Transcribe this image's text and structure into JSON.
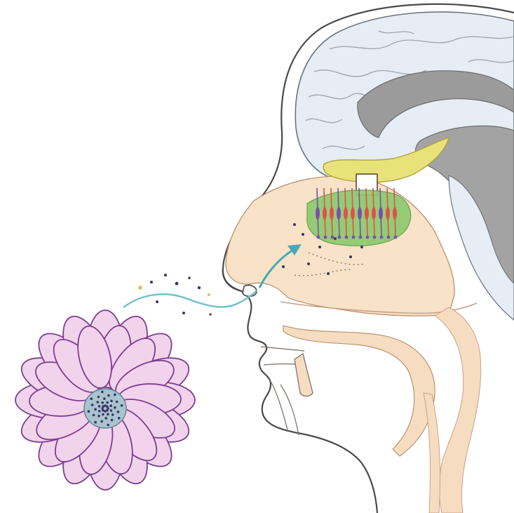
{
  "colors": {
    "background": "#ffffff",
    "outline": "#4a4a4a",
    "brain_fill": "#e6edf4",
    "brain_fold_line": "#9aa4b0",
    "ventricle_gray": "#9b9b9b",
    "nasal_cavity": "#f8e2c8",
    "throat_passage": "#f6dcc0",
    "olfactory_bulb": "#e9e27a",
    "epithelium": "#8bc96b",
    "receptor_red": "#e0504a",
    "receptor_purple": "#7a4fb0",
    "flower_petal": "#f2d3ec",
    "flower_edge": "#7b3f8f",
    "flower_center": "#a9c3cf",
    "odor_stream": "#6ec1c7",
    "odor_particle_dark": "#3c3463",
    "odor_particle_gold": "#d9c36a"
  },
  "icons": {
    "flower": "daisy-flower",
    "head": "head-profile-cross-section",
    "odor": "odor-molecule-stream"
  }
}
